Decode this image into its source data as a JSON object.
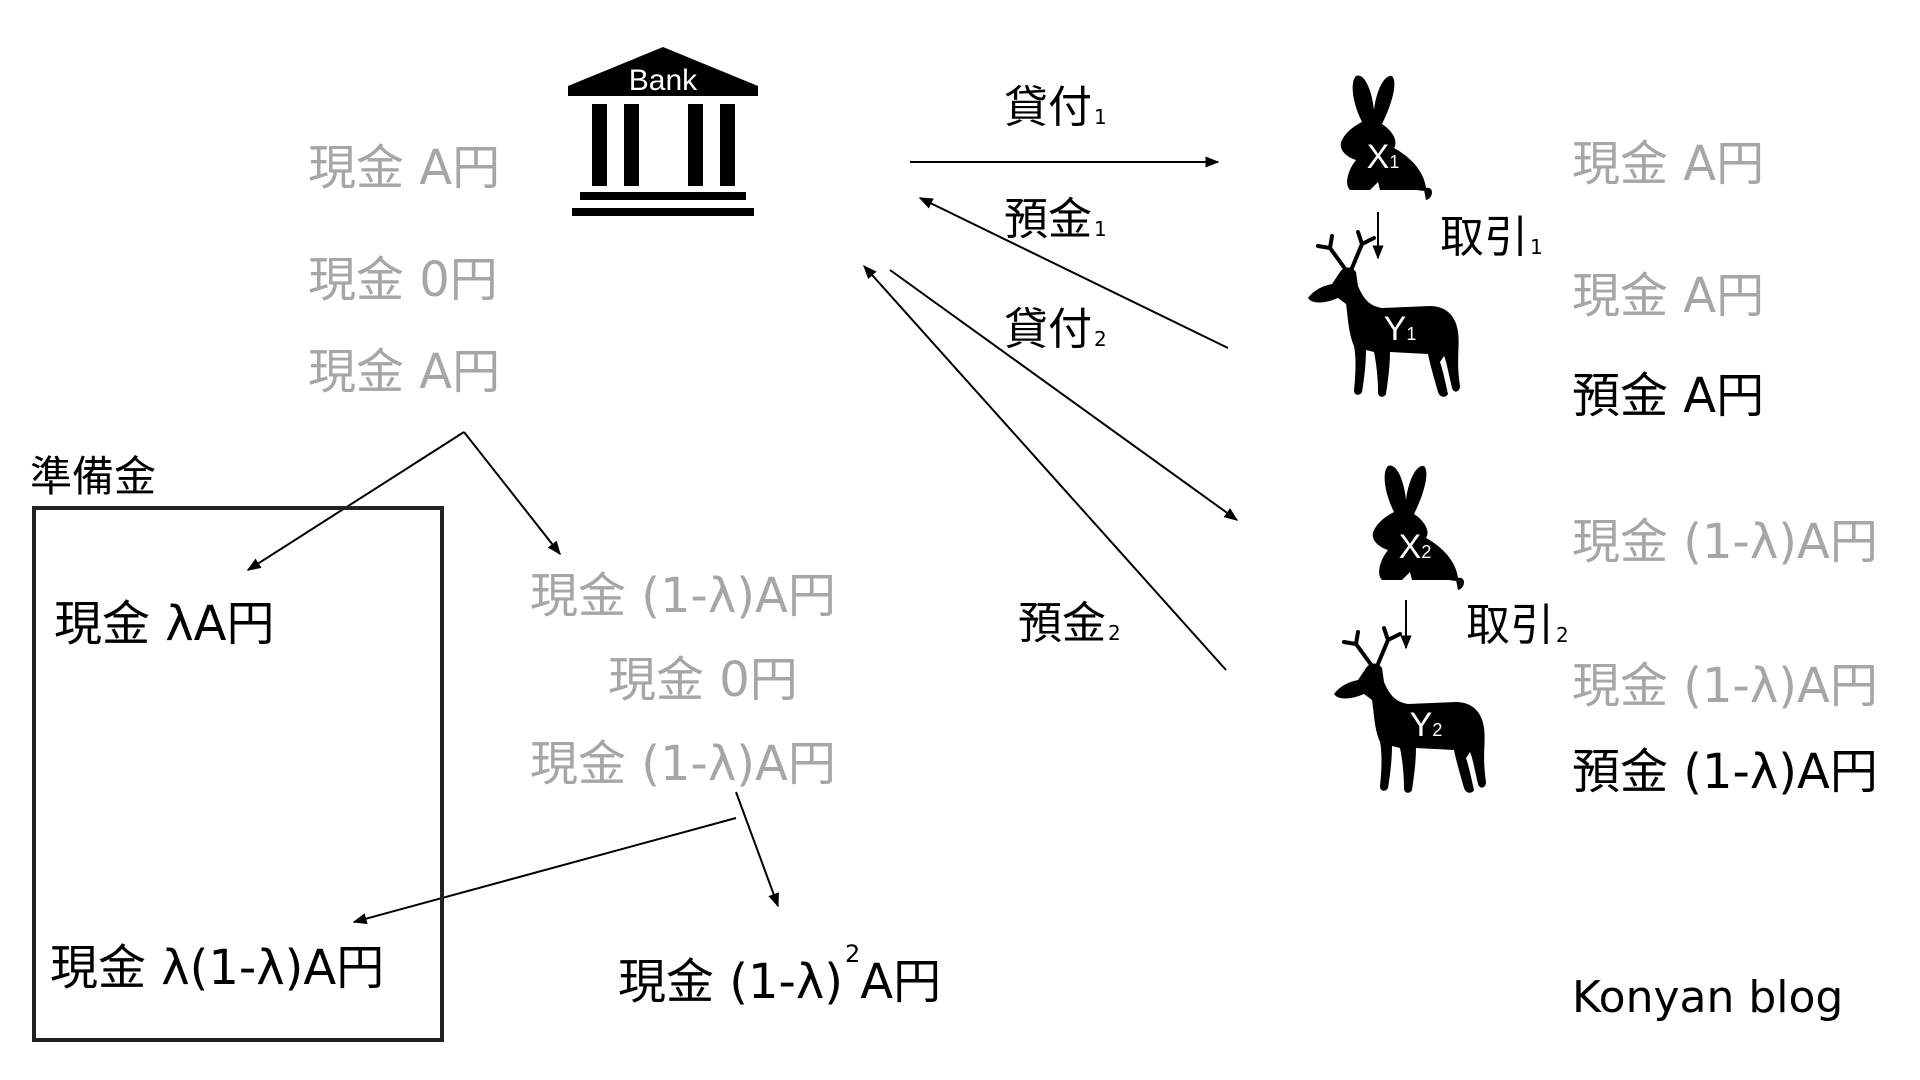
{
  "bank": {
    "label": "Bank"
  },
  "arrows": {
    "loan1": "貸付",
    "loan1_sub": "1",
    "deposit1": "預金",
    "deposit1_sub": "1",
    "loan2": "貸付",
    "loan2_sub": "2",
    "deposit2": "預金",
    "deposit2_sub": "2",
    "trade1": "取引",
    "trade1_sub": "1",
    "trade2": "取引",
    "trade2_sub": "2"
  },
  "actors": {
    "x1": {
      "letter": "X",
      "sub": "1"
    },
    "y1": {
      "letter": "Y",
      "sub": "1"
    },
    "x2": {
      "letter": "X",
      "sub": "2"
    },
    "y2": {
      "letter": "Y",
      "sub": "2"
    }
  },
  "bank_cash": {
    "step1": "現金 A円",
    "step2": "現金 0円",
    "step3": "現金 A円"
  },
  "reserve": {
    "title": "準備金",
    "cash1": "現金 λA円",
    "cash2": "現金 λ(1-λ)A円"
  },
  "bank_cash_round2": {
    "step1": "現金 (1-λ)A円",
    "step2": "現金 0円",
    "step3": "現金 (1-λ)A円",
    "result_main": "現金 (1-λ)",
    "result_sup": "2",
    "result_end": "A円"
  },
  "right_column": {
    "x1_cash": "現金 A円",
    "y1_cash": "現金 A円",
    "y1_deposit": "預金 A円",
    "x2_cash": "現金 (1-λ)A円",
    "y2_cash": "現金 (1-λ)A円",
    "y2_deposit": "預金 (1-λ)A円"
  },
  "credit": "Konyan blog"
}
